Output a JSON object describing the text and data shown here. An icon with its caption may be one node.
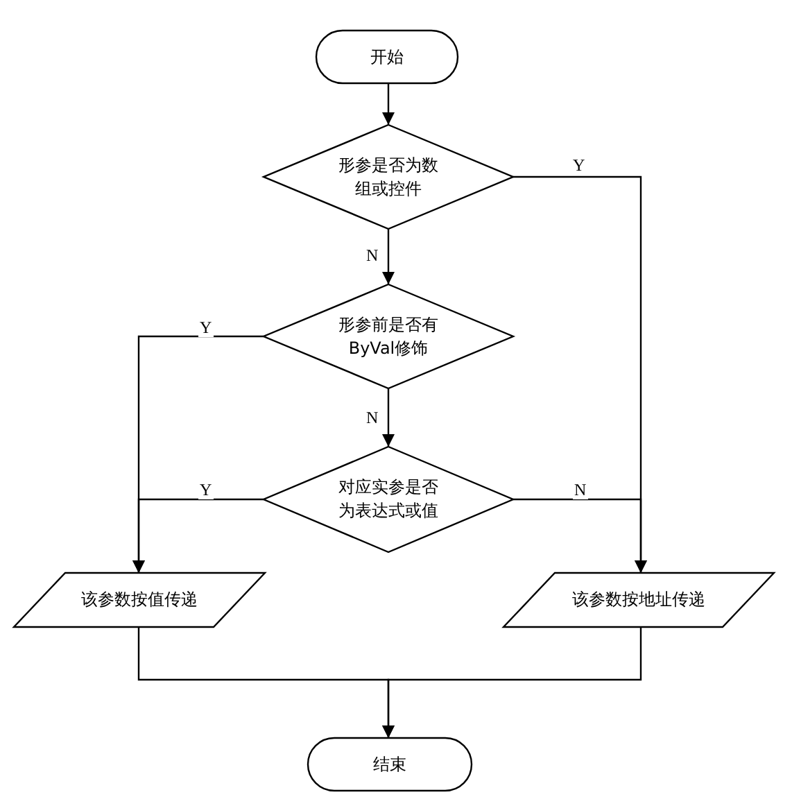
{
  "diagram": {
    "nodes": [
      {
        "text": [
          "开始"
        ]
      },
      {
        "text": [
          "形参是否为数组或控件"
        ]
      },
      {
        "text": [
          "形参前是否有ByVal修饰"
        ]
      },
      {
        "text": [
          "对应实参是否为表达式或值"
        ]
      },
      {
        "text": [
          "该参数按值传递"
        ]
      },
      {
        "text": [
          "该参数按地址传递"
        ]
      },
      {
        "text": [
          "结束"
        ]
      }
    ],
    "edges": [
      {
        "from": 0,
        "to": 1,
        "arrow": "to"
      },
      {
        "from": 1,
        "to": 5,
        "arrow": "to",
        "label": "Y"
      },
      {
        "from": 1,
        "to": 2,
        "arrow": "to",
        "label": "N"
      },
      {
        "from": 2,
        "to": 4,
        "arrow": "to",
        "label": "Y"
      },
      {
        "from": 2,
        "to": 3,
        "arrow": "to",
        "label": "N"
      },
      {
        "from": 3,
        "to": 4,
        "arrow": "to",
        "label": "Y"
      },
      {
        "from": 3,
        "to": 5,
        "arrow": "to",
        "label": "N"
      },
      {
        "from": 4,
        "to": 6,
        "arrow": "to"
      },
      {
        "from": 5,
        "to": 6,
        "arrow": "to"
      }
    ]
  }
}
